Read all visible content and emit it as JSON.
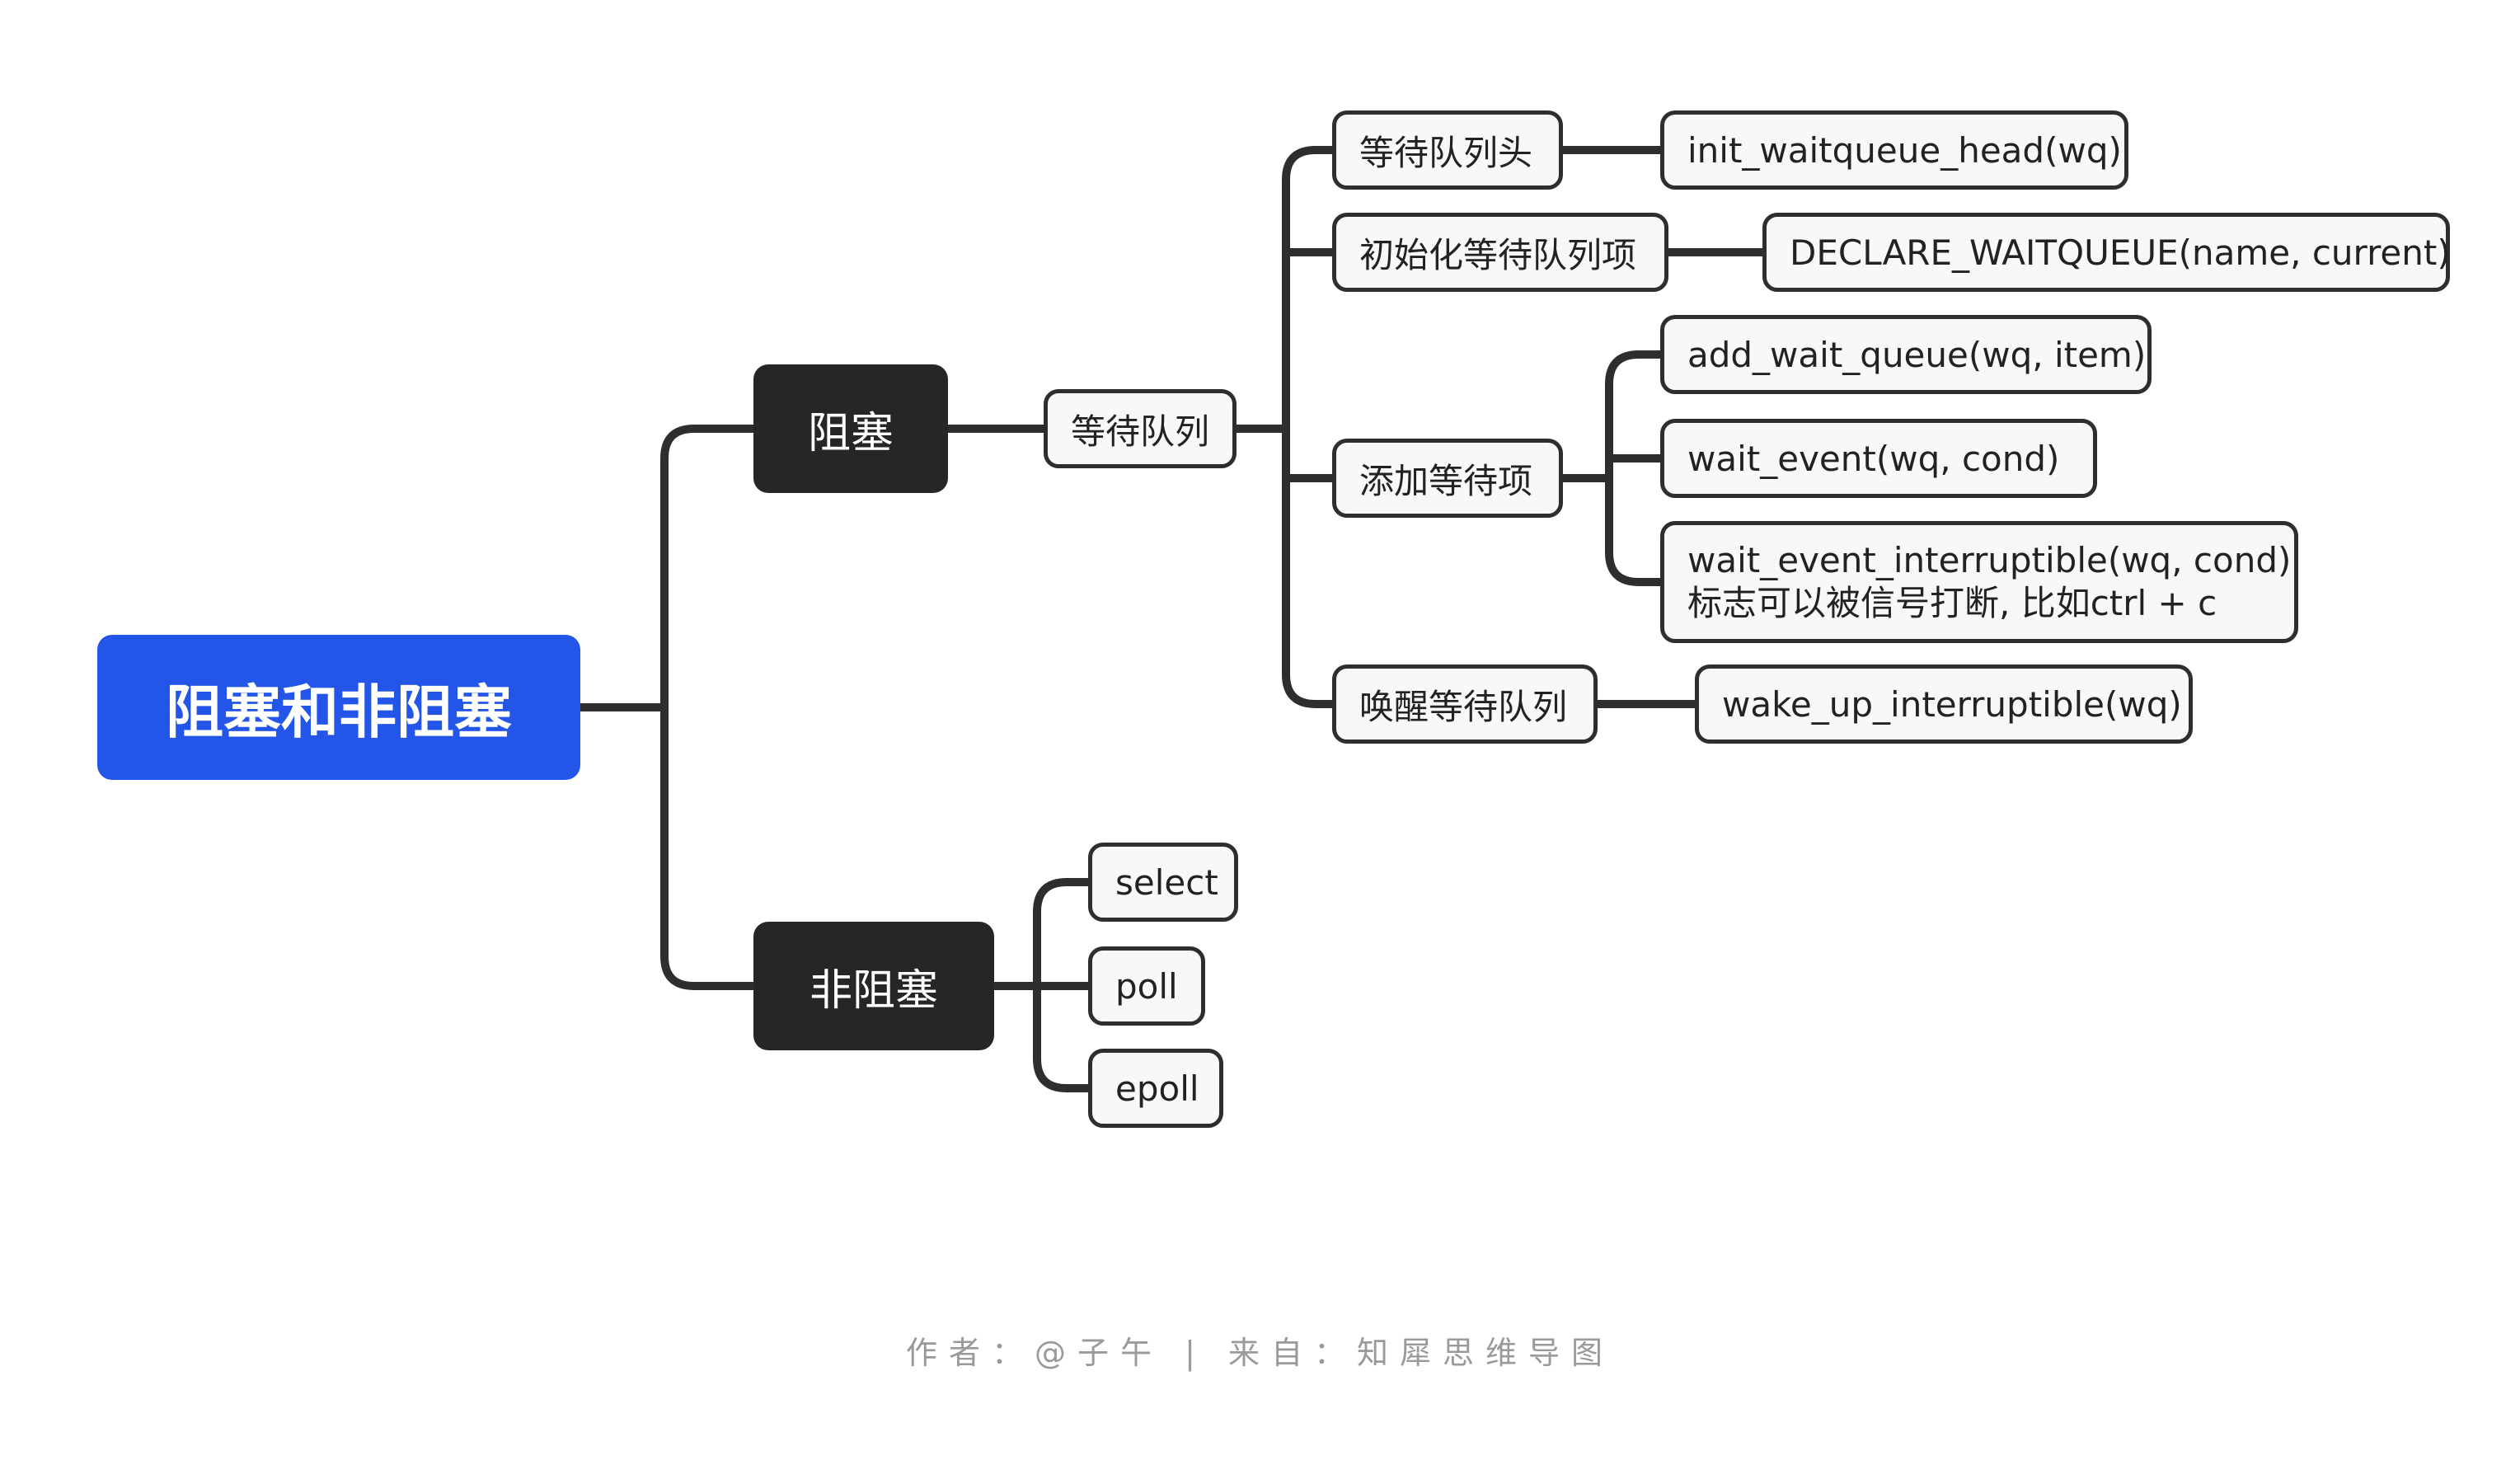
{
  "mindmap": {
    "root": "阻塞和非阻塞",
    "blocking": {
      "label": "阻塞",
      "wait_queue": {
        "label": "等待队列",
        "children": [
          {
            "label": "等待队列头",
            "detail": "init_waitqueue_head(wq)"
          },
          {
            "label": "初始化等待队列项",
            "detail": "DECLARE_WAITQUEUE(name, current)"
          },
          {
            "label": "添加等待项",
            "details": [
              "add_wait_queue(wq, item)",
              "wait_event(wq, cond)",
              {
                "line1": "wait_event_interruptible(wq, cond)",
                "line2": "标志可以被信号打断, 比如ctrl + c"
              }
            ]
          },
          {
            "label": "唤醒等待队列",
            "detail": "wake_up_interruptible(wq)"
          }
        ]
      }
    },
    "nonblocking": {
      "label": "非阻塞",
      "children": [
        "select",
        "poll",
        "epoll"
      ]
    }
  },
  "footer": "作者：@子午 | 来自：知犀思维导图",
  "colors": {
    "root_bg": "#2255e8",
    "main_bg": "#262626",
    "leaf_bg": "#f6f8fa",
    "connector": "#2e2e2e",
    "footer_text": "#9a9a9a"
  }
}
